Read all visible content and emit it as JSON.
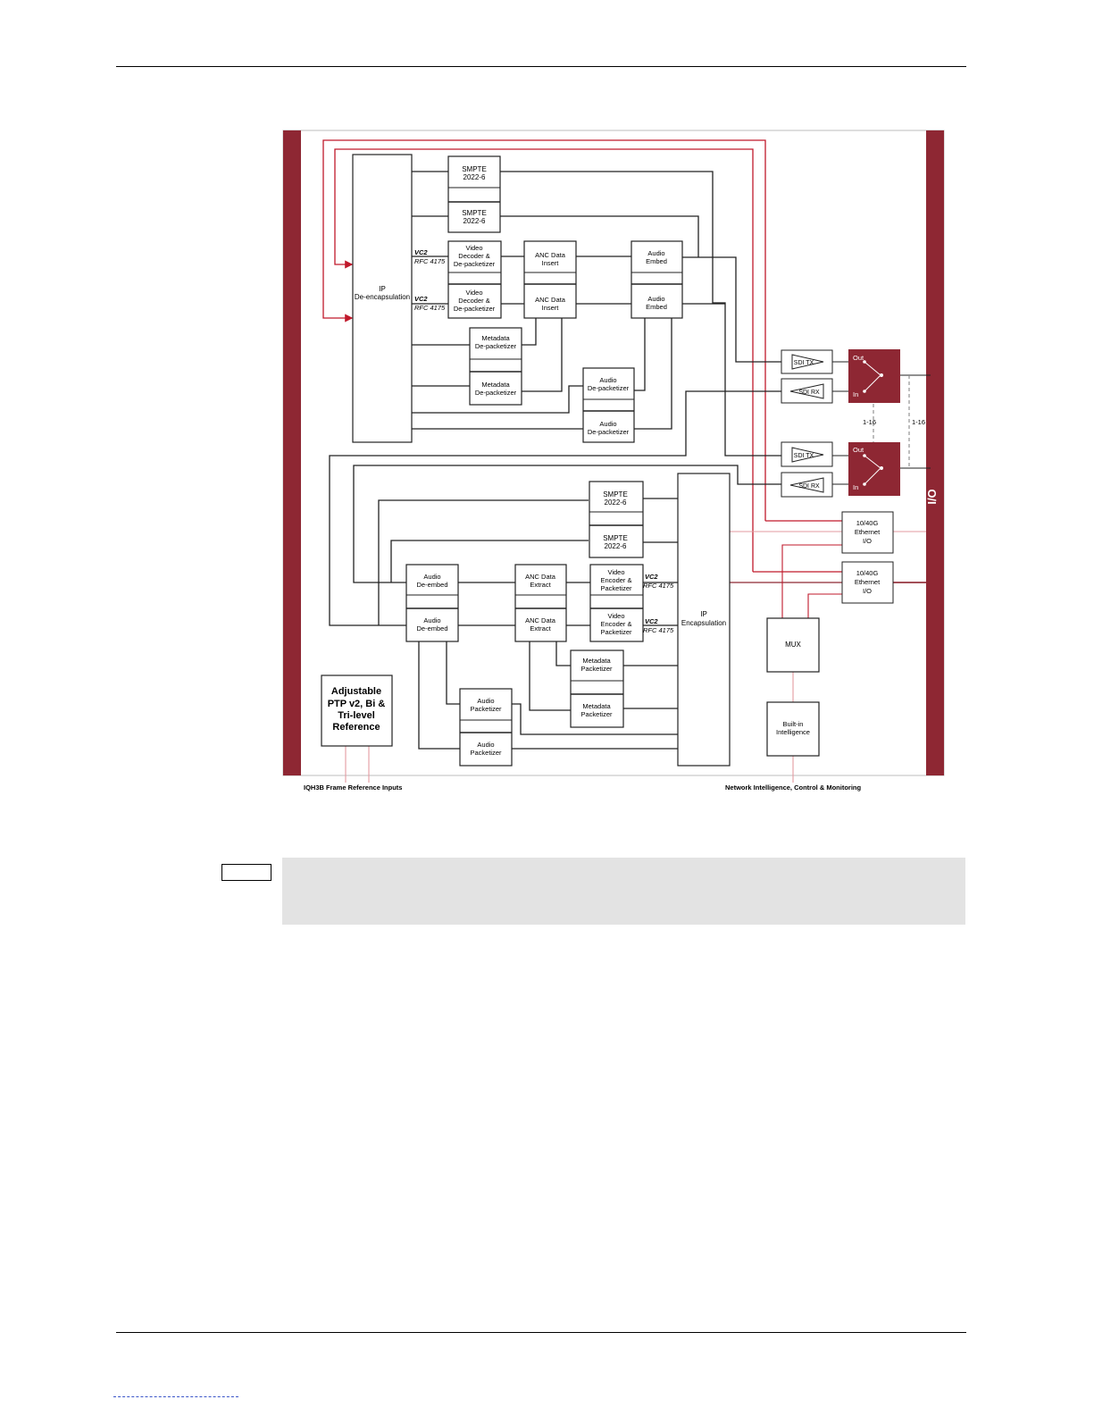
{
  "diagram": {
    "left_panel_label": "",
    "io_label": "I/O",
    "decap_block": {
      "title": "IP",
      "subtitle": "De-encapsulation"
    },
    "encap_block": {
      "title": "IP",
      "subtitle": "Encapsulation"
    },
    "rx_smpte": [
      {
        "line1": "SMPTE",
        "line2": "2022-6"
      },
      {
        "line1": "SMPTE",
        "line2": "2022-6"
      }
    ],
    "video_decoders": [
      {
        "lines": [
          "Video",
          "Decoder &",
          "De-packetizer"
        ],
        "tag1": "VC2",
        "tag2": "RFC 4175"
      },
      {
        "lines": [
          "Video",
          "Decoder &",
          "De-packetizer"
        ],
        "tag1": "VC2",
        "tag2": "RFC 4175"
      }
    ],
    "anc_insert": [
      {
        "line1": "ANC Data",
        "line2": "Insert"
      },
      {
        "line1": "ANC Data",
        "line2": "Insert"
      }
    ],
    "audio_embed": [
      {
        "line1": "Audio",
        "line2": "Embed"
      },
      {
        "line1": "Audio",
        "line2": "Embed"
      }
    ],
    "metadata_depack": [
      {
        "line1": "Metadata",
        "line2": "De-packetizer"
      },
      {
        "line1": "Metadata",
        "line2": "De-packetizer"
      }
    ],
    "audio_depack": [
      {
        "line1": "Audio",
        "line2": "De-packetizer"
      },
      {
        "line1": "Audio",
        "line2": "De-packetizer"
      }
    ],
    "sdi": [
      {
        "tx": "SDI TX",
        "rx": "SDI RX",
        "out": "Out",
        "in": "In"
      },
      {
        "tx": "SDI TX",
        "rx": "SDI RX",
        "out": "Out",
        "in": "In"
      }
    ],
    "range_labels": [
      "1-16",
      "1-16"
    ],
    "tx_smpte": [
      {
        "line1": "SMPTE",
        "line2": "2022-6"
      },
      {
        "line1": "SMPTE",
        "line2": "2022-6"
      }
    ],
    "ethernet": [
      {
        "lines": [
          "10/40G",
          "Ethernet",
          "I/O"
        ]
      },
      {
        "lines": [
          "10/40G",
          "Ethernet",
          "I/O"
        ]
      }
    ],
    "audio_deembed": [
      {
        "line1": "Audio",
        "line2": "De-embed"
      },
      {
        "line1": "Audio",
        "line2": "De-embed"
      }
    ],
    "anc_extract": [
      {
        "line1": "ANC Data",
        "line2": "Extract"
      },
      {
        "line1": "ANC Data",
        "line2": "Extract"
      }
    ],
    "video_encoders": [
      {
        "lines": [
          "Video",
          "Encoder &",
          "Packetizer"
        ],
        "tag1": "VC2",
        "tag2": "RFC 4175"
      },
      {
        "lines": [
          "Video",
          "Encoder &",
          "Packetizer"
        ],
        "tag1": "VC2",
        "tag2": "RFC 4175"
      }
    ],
    "metadata_pack": [
      {
        "line1": "Metadata",
        "line2": "Packetizer"
      },
      {
        "line1": "Metadata",
        "line2": "Packetizer"
      }
    ],
    "audio_pack": [
      {
        "line1": "Audio",
        "line2": "Packetizer"
      },
      {
        "line1": "Audio",
        "line2": "Packetizer"
      }
    ],
    "mux": "MUX",
    "builtin": {
      "line1": "Built-in",
      "line2": "Intelligence"
    },
    "ptp": {
      "lines": [
        "Adjustable",
        "PTP v2, Bi &",
        "Tri-level",
        "Reference"
      ]
    },
    "caption_left": "IQH3B Frame Reference Inputs",
    "caption_right": "Network Intelligence, Control & Monitoring"
  },
  "colors": {
    "accent": "#8e2733",
    "red_line": "#c0192b",
    "pink_line": "#e39aa0",
    "gray_line": "#9a9a9a"
  }
}
